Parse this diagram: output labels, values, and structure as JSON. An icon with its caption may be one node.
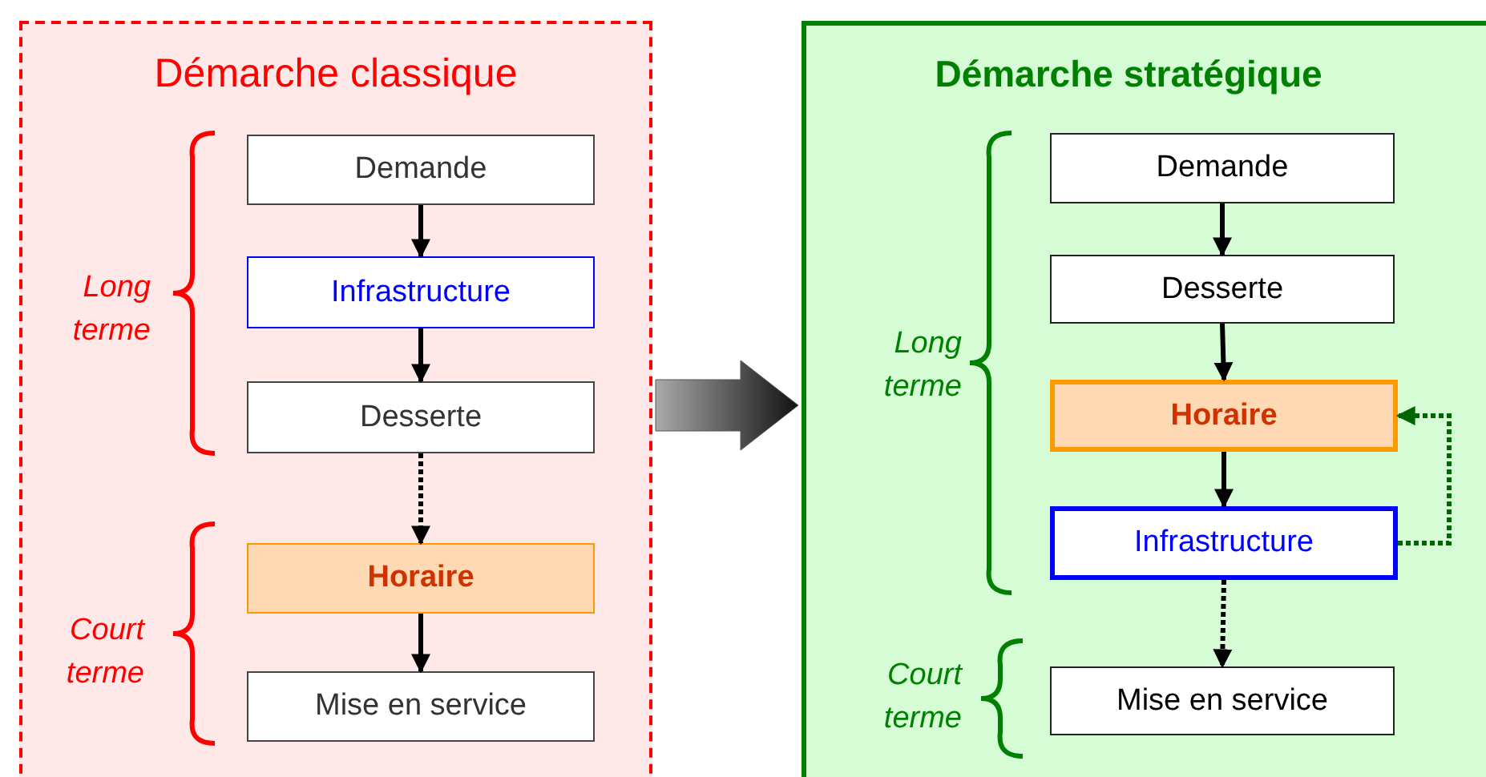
{
  "diagram": {
    "nodes": [
      {
        "text": [
          "Démarche classique"
        ]
      },
      {
        "text": [
          "Demande"
        ],
        "in": 0
      },
      {
        "text": [
          "Infrastructure"
        ],
        "in": 0
      },
      {
        "text": [
          "Desserte"
        ],
        "in": 0
      },
      {
        "text": [
          "Horaire"
        ],
        "in": 0
      },
      {
        "text": [
          "Mise en service"
        ],
        "in": 0
      },
      {
        "text": [
          "Démarche stratégique"
        ]
      },
      {
        "text": [
          "Demande"
        ],
        "in": 6
      },
      {
        "text": [
          "Desserte"
        ],
        "in": 6
      },
      {
        "text": [
          "Horaire"
        ],
        "in": 6
      },
      {
        "text": [
          "Infrastructure"
        ],
        "in": 6
      },
      {
        "text": [
          "Mise en service"
        ],
        "in": 6
      }
    ],
    "edges": [
      {
        "from": 1,
        "to": 2,
        "arrow": "to"
      },
      {
        "from": 2,
        "to": 3,
        "arrow": "to"
      },
      {
        "from": 3,
        "to": 4,
        "arrow": "to",
        "style": "dashed"
      },
      {
        "from": 4,
        "to": 5,
        "arrow": "to"
      },
      {
        "from": 0,
        "to": 6,
        "arrow": "to",
        "style": "thick",
        "color": "#555555"
      },
      {
        "from": 7,
        "to": 8,
        "arrow": "to"
      },
      {
        "from": 8,
        "to": 9,
        "arrow": "to"
      },
      {
        "from": 9,
        "to": 10,
        "arrow": "to"
      },
      {
        "from": 10,
        "to": 11,
        "arrow": "to",
        "style": "dashed"
      },
      {
        "from": 10,
        "to": 9,
        "arrow": "to",
        "style": "dashed",
        "color": "#006600"
      }
    ],
    "labels": [
      "Long terme",
      "Court terme",
      "Long terme",
      "Court terme"
    ]
  }
}
